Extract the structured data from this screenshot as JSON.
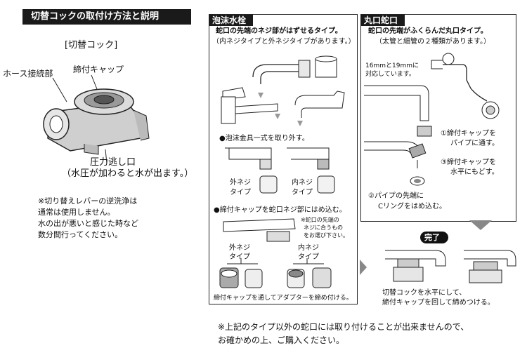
{
  "left": {
    "title": "切替コックの取付け方法と説明",
    "subtitle": "[切替コック]",
    "label_hose": "ホース接続部",
    "label_cap": "締付キャップ",
    "label_relief_1": "圧力逃し口",
    "label_relief_2": "（水圧が加わると水が出ます。）",
    "note_lines": [
      "※切り替えレバーの逆洗浄は",
      "通常は使用しません。",
      "水の出が悪いと感じた時など",
      "数分間行ってください。"
    ]
  },
  "foam": {
    "tag": "泡沫水栓",
    "head": "蛇口の先端のネジ部がはずせるタイプ。",
    "sub": "（内ネジタイプと外ネジタイプがあります。）",
    "step1": "●泡沫金具一式を取り外す。",
    "outer_1": "外ネジ",
    "outer_2": "タイプ",
    "inner_1": "内ネジ",
    "inner_2": "タイプ",
    "step2": "●締付キャップを蛇口ネジ部にはめ込む。",
    "note_1": "※蛇口の先端の",
    "note_2": "ネジに合うもの",
    "note_3": "をお選び下さい。",
    "outer2_1": "外ネジ",
    "outer2_2": "タイプ",
    "inner2_1": "内ネジ",
    "inner2_2": "タイプ",
    "caption": "締付キャップを通してアダプターを締め付ける。"
  },
  "round": {
    "tag": "丸口蛇口",
    "head": "蛇口の先端がふくらんだ丸口タイプ。",
    "sub": "（太管と細管の２種類があります。）",
    "size_1": "16mmと19mmに",
    "size_2": "対応しています。",
    "step1_a": "①締付キャップを",
    "step1_b": "パイプに通す。",
    "step3_a": "③締付キャップを",
    "step3_b": "水平にもどす。",
    "step2_a": "②パイプの先端に",
    "step2_b": "Cリングをはめ込む。"
  },
  "done": {
    "badge": "完了",
    "cap_1": "切替コックを水平にして、",
    "cap_2": "締付キャップを回して締めつける。"
  },
  "footer": {
    "line_1": "※上記のタイプ以外の蛇口には取り付けることが出来ませんので、",
    "line_2": "お確かめの上、ご購入ください。"
  }
}
